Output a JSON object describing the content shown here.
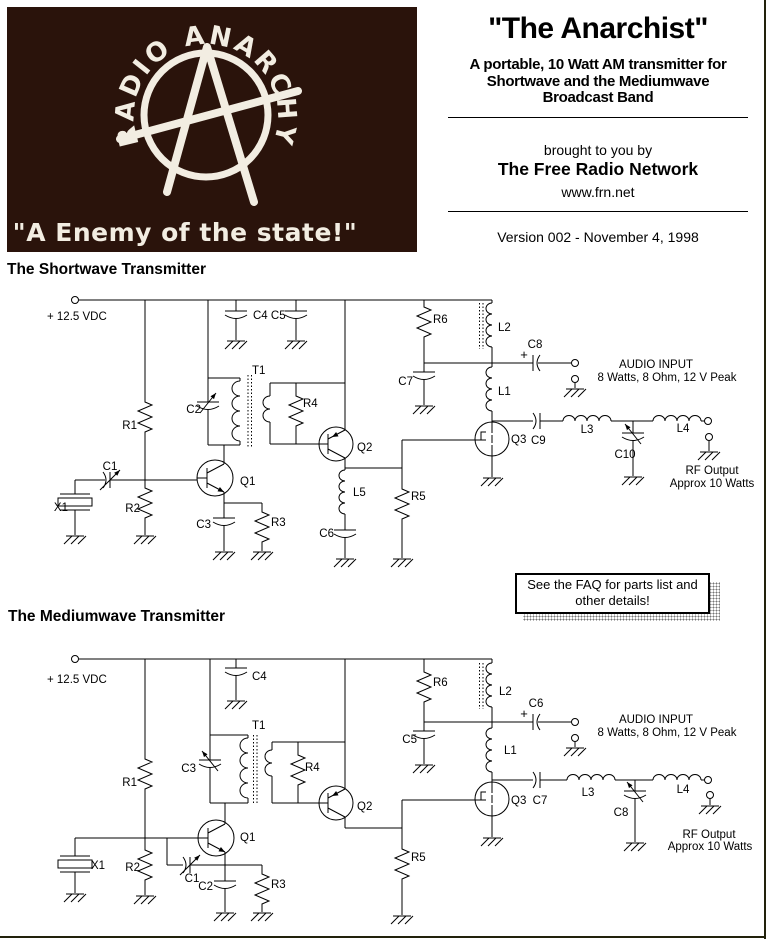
{
  "logo": {
    "bg": "#2a130b",
    "ink": "#f2ede2",
    "arc_text": "RADIO ANARCHY",
    "tagline": "\"A Enemy of the state!\""
  },
  "header": {
    "title": "\"The Anarchist\"",
    "subtitle1": "A portable, 10 Watt AM transmitter for",
    "subtitle2": "Shortwave and the Mediumwave",
    "subtitle3": "Broadcast Band",
    "brought": "brought to you by",
    "network": "The Free Radio Network",
    "url": "www.frn.net",
    "version": "Version 002 - November 4, 1998"
  },
  "sections": {
    "shortwave": "The Shortwave Transmitter",
    "mediumwave": "The Mediumwave Transmitter"
  },
  "faq": {
    "line1": "See the FAQ for parts list and",
    "line2": "other details!"
  },
  "sw": {
    "supply": "+ 12.5 VDC",
    "r1": "R1",
    "r2": "R2",
    "r3": "R3",
    "r4": "R4",
    "r5": "R5",
    "r6": "R6",
    "c1": "C1",
    "c2": "C2",
    "c3": "C3",
    "c45": "C4 C5",
    "c6": "C6",
    "c7": "C7",
    "c8": "C8",
    "c9": "C9",
    "c10": "C10",
    "l1": "L1",
    "l2": "L2",
    "l3": "L3",
    "l4": "L4",
    "l5": "L5",
    "t1": "T1",
    "x1": "X1",
    "q1": "Q1",
    "q2": "Q2",
    "q3": "Q3",
    "plus": "+",
    "audio1": "AUDIO INPUT",
    "audio2": "8 Watts, 8 Ohm, 12 V Peak",
    "rf1": "RF Output",
    "rf2": "Approx 10 Watts"
  },
  "mw": {
    "supply": "+ 12.5 VDC",
    "r1": "R1",
    "r2": "R2",
    "r3": "R3",
    "r4": "R4",
    "r5": "R5",
    "r6": "R6",
    "c1": "C1",
    "c2": "C2",
    "c3": "C3",
    "c4": "C4",
    "c5": "C5",
    "c6": "C6",
    "c7": "C7",
    "c8": "C8",
    "l1": "L1",
    "l2": "L2",
    "l3": "L3",
    "l4": "L4",
    "t1": "T1",
    "x1": "X1",
    "q1": "Q1",
    "q2": "Q2",
    "q3": "Q3",
    "plus": "+",
    "audio1": "AUDIO INPUT",
    "audio2": "8 Watts, 8 Ohm, 12 V Peak",
    "rf1": "RF Output",
    "rf2": "Approx 10 Watts"
  }
}
